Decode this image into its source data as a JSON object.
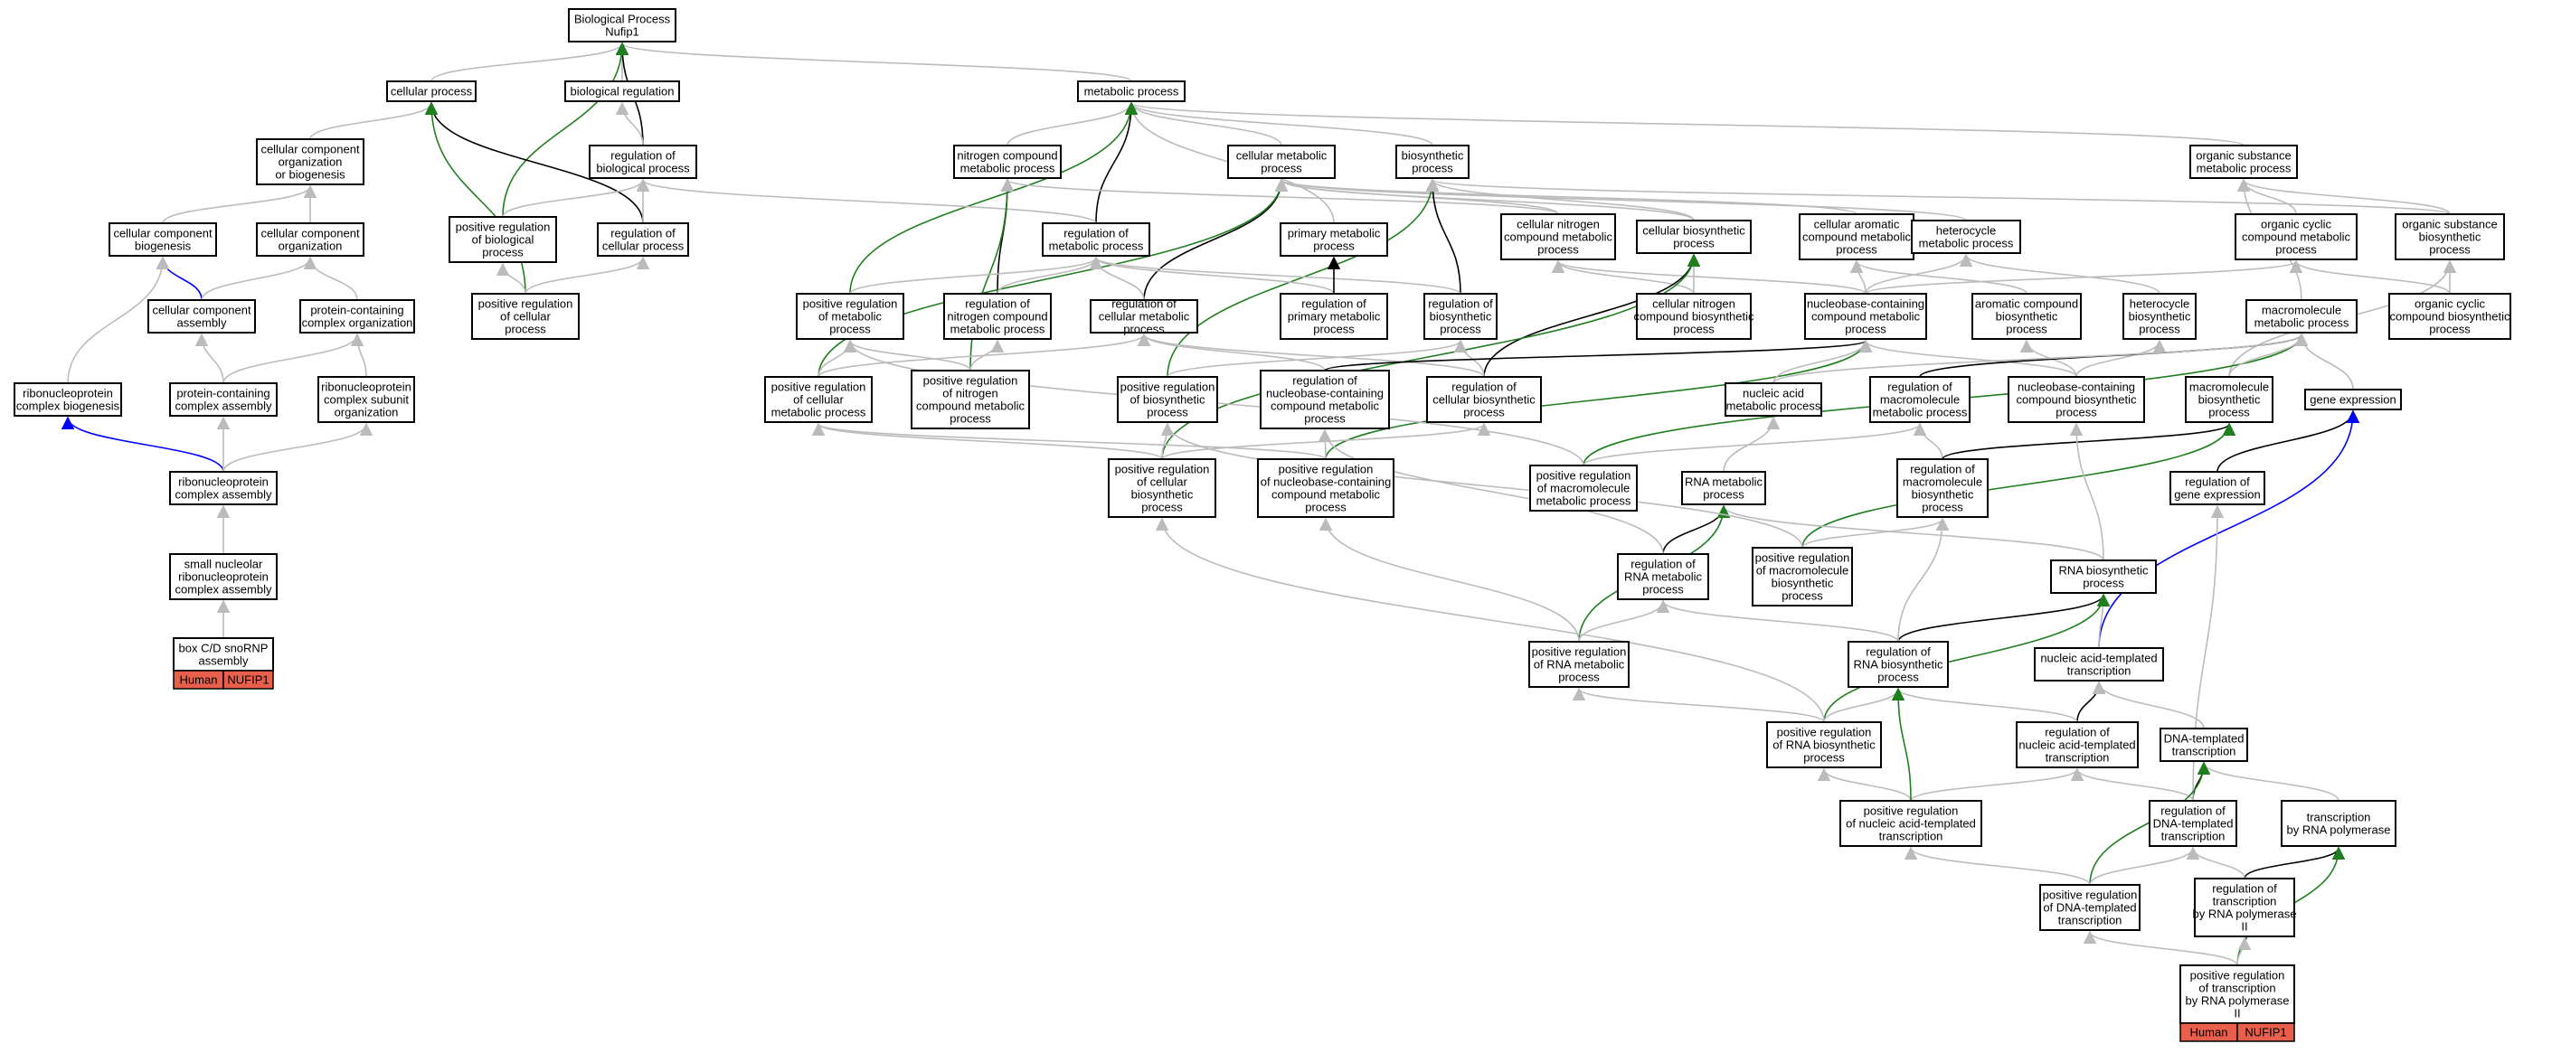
{
  "graph": {
    "background": "#ffffff",
    "colors": {
      "is_a": "#bbbbbb",
      "part_of": "#0000ff",
      "regulates": "#000000",
      "positively_regulates": "#1f7f1f",
      "tag_fill": "#e8604c"
    },
    "nodes": [
      {
        "id": "bp",
        "lines": [
          "Biological Process",
          "Nufip1"
        ]
      },
      {
        "id": "cp",
        "lines": [
          "cellular process"
        ]
      },
      {
        "id": "br",
        "lines": [
          "biological regulation"
        ]
      },
      {
        "id": "mp",
        "lines": [
          "metabolic process"
        ]
      },
      {
        "id": "ccob",
        "lines": [
          "cellular component",
          "organization",
          "or biogenesis"
        ]
      },
      {
        "id": "rbp",
        "lines": [
          "regulation of",
          "biological process"
        ]
      },
      {
        "id": "ncmp",
        "lines": [
          "nitrogen compound",
          "metabolic process"
        ]
      },
      {
        "id": "cmp",
        "lines": [
          "cellular metabolic",
          "process"
        ]
      },
      {
        "id": "bsp",
        "lines": [
          "biosynthetic",
          "process"
        ]
      },
      {
        "id": "osmp",
        "lines": [
          "organic substance",
          "metabolic process"
        ]
      },
      {
        "id": "ccb",
        "lines": [
          "cellular component",
          "biogenesis"
        ]
      },
      {
        "id": "cco",
        "lines": [
          "cellular component",
          "organization"
        ]
      },
      {
        "id": "prbp",
        "lines": [
          "positive regulation",
          "of biological",
          "process"
        ]
      },
      {
        "id": "rcp",
        "lines": [
          "regulation of",
          "cellular process"
        ]
      },
      {
        "id": "rmp",
        "lines": [
          "regulation of",
          "metabolic process"
        ]
      },
      {
        "id": "pmp",
        "lines": [
          "primary metabolic",
          "process"
        ]
      },
      {
        "id": "cncmp",
        "lines": [
          "cellular nitrogen",
          "compound metabolic",
          "process"
        ]
      },
      {
        "id": "cbp",
        "lines": [
          "cellular biosynthetic",
          "process"
        ]
      },
      {
        "id": "cacmp",
        "lines": [
          "cellular aromatic",
          "compound metabolic",
          "process"
        ]
      },
      {
        "id": "hmp",
        "lines": [
          "heterocycle",
          "metabolic process"
        ]
      },
      {
        "id": "occmp",
        "lines": [
          "organic cyclic",
          "compound metabolic",
          "process"
        ]
      },
      {
        "id": "osbp",
        "lines": [
          "organic substance",
          "biosynthetic",
          "process"
        ]
      },
      {
        "id": "cca",
        "lines": [
          "cellular component",
          "assembly"
        ]
      },
      {
        "id": "pcco",
        "lines": [
          "protein-containing",
          "complex organization"
        ]
      },
      {
        "id": "prcp",
        "lines": [
          "positive regulation",
          "of cellular",
          "process"
        ]
      },
      {
        "id": "prmp",
        "lines": [
          "positive regulation",
          "of metabolic",
          "process"
        ]
      },
      {
        "id": "rncmp",
        "lines": [
          "regulation of",
          "nitrogen compound",
          "metabolic process"
        ]
      },
      {
        "id": "rcmp",
        "lines": [
          "regulation of",
          "cellular metabolic",
          "process"
        ]
      },
      {
        "id": "rpmp",
        "lines": [
          "regulation of",
          "primary metabolic",
          "process"
        ]
      },
      {
        "id": "rbsp",
        "lines": [
          "regulation of",
          "biosynthetic",
          "process"
        ]
      },
      {
        "id": "cncbp",
        "lines": [
          "cellular nitrogen",
          "compound biosynthetic",
          "process"
        ]
      },
      {
        "id": "nbcmp",
        "lines": [
          "nucleobase-containing",
          "compound metabolic",
          "process"
        ]
      },
      {
        "id": "acbp",
        "lines": [
          "aromatic compound",
          "biosynthetic",
          "process"
        ]
      },
      {
        "id": "hbp",
        "lines": [
          "heterocycle",
          "biosynthetic",
          "process"
        ]
      },
      {
        "id": "mmp",
        "lines": [
          "macromolecule",
          "metabolic process"
        ]
      },
      {
        "id": "occbp",
        "lines": [
          "organic cyclic",
          "compound biosynthetic",
          "process"
        ]
      },
      {
        "id": "rncb",
        "lines": [
          "ribonucleoprotein",
          "complex biogenesis"
        ]
      },
      {
        "id": "pcca",
        "lines": [
          "protein-containing",
          "complex assembly"
        ]
      },
      {
        "id": "rcso",
        "lines": [
          "ribonucleoprotein",
          "complex subunit",
          "organization"
        ]
      },
      {
        "id": "prcmp",
        "lines": [
          "positive regulation",
          "of cellular",
          "metabolic process"
        ]
      },
      {
        "id": "prncmp",
        "lines": [
          "positive regulation",
          "of nitrogen",
          "compound metabolic",
          "process"
        ]
      },
      {
        "id": "prbsp",
        "lines": [
          "positive regulation",
          "of biosynthetic",
          "process"
        ]
      },
      {
        "id": "rnbcmp",
        "lines": [
          "regulation of",
          "nucleobase-containing",
          "compound metabolic",
          "process"
        ]
      },
      {
        "id": "rcbp",
        "lines": [
          "regulation of",
          "cellular biosynthetic",
          "process"
        ]
      },
      {
        "id": "namp",
        "lines": [
          "nucleic acid",
          "metabolic process"
        ]
      },
      {
        "id": "rmmp",
        "lines": [
          "regulation of",
          "macromolecule",
          "metabolic process"
        ]
      },
      {
        "id": "nbcbp",
        "lines": [
          "nucleobase-containing",
          "compound biosynthetic",
          "process"
        ]
      },
      {
        "id": "mbp",
        "lines": [
          "macromolecule",
          "biosynthetic",
          "process"
        ]
      },
      {
        "id": "ge",
        "lines": [
          "gene expression"
        ]
      },
      {
        "id": "rnpca",
        "lines": [
          "ribonucleoprotein",
          "complex assembly"
        ]
      },
      {
        "id": "prcbp",
        "lines": [
          "positive regulation",
          "of cellular",
          "biosynthetic",
          "process"
        ]
      },
      {
        "id": "prnbcmp",
        "lines": [
          "positive regulation",
          "of nucleobase-containing",
          "compound metabolic",
          "process"
        ]
      },
      {
        "id": "prmmp",
        "lines": [
          "positive regulation",
          "of macromolecule",
          "metabolic process"
        ]
      },
      {
        "id": "rnamp",
        "lines": [
          "RNA metabolic",
          "process"
        ]
      },
      {
        "id": "rmbp",
        "lines": [
          "regulation of",
          "macromolecule",
          "biosynthetic",
          "process"
        ]
      },
      {
        "id": "rge",
        "lines": [
          "regulation of",
          "gene expression"
        ]
      },
      {
        "id": "rrnamp",
        "lines": [
          "regulation of",
          "RNA metabolic",
          "process"
        ]
      },
      {
        "id": "prmbp",
        "lines": [
          "positive regulation",
          "of macromolecule",
          "biosynthetic",
          "process"
        ]
      },
      {
        "id": "rnabp",
        "lines": [
          "RNA biosynthetic",
          "process"
        ]
      },
      {
        "id": "snrca",
        "lines": [
          "small nucleolar",
          "ribonucleoprotein",
          "complex assembly"
        ]
      },
      {
        "id": "prrnamp",
        "lines": [
          "positive regulation",
          "of RNA metabolic",
          "process"
        ]
      },
      {
        "id": "rrnabp",
        "lines": [
          "regulation of",
          "RNA biosynthetic",
          "process"
        ]
      },
      {
        "id": "natt",
        "lines": [
          "nucleic acid-templated",
          "transcription"
        ]
      },
      {
        "id": "boxcd",
        "lines": [
          "box C/D snoRNP",
          "assembly"
        ]
      },
      {
        "id": "prrnabp",
        "lines": [
          "positive regulation",
          "of RNA biosynthetic",
          "process"
        ]
      },
      {
        "id": "rnatt",
        "lines": [
          "regulation of",
          "nucleic acid-templated",
          "transcription"
        ]
      },
      {
        "id": "dtt",
        "lines": [
          "DNA-templated",
          "transcription"
        ]
      },
      {
        "id": "prnatt",
        "lines": [
          "positive regulation",
          "of nucleic acid-templated",
          "transcription"
        ]
      },
      {
        "id": "rdtt",
        "lines": [
          "regulation of",
          "DNA-templated",
          "transcription"
        ]
      },
      {
        "id": "trp2",
        "lines": [
          "transcription",
          "by RNA polymerase"
        ]
      },
      {
        "id": "prdtt",
        "lines": [
          "positive regulation",
          "of DNA-templated",
          "transcription"
        ]
      },
      {
        "id": "rtrp2",
        "lines": [
          "regulation of",
          "transcription",
          "by RNA polymerase",
          "II"
        ]
      },
      {
        "id": "prtrp2",
        "lines": [
          "positive regulation",
          "of transcription",
          "by RNA polymerase",
          "II"
        ]
      }
    ],
    "tags": [
      {
        "node": "boxcd",
        "species": "Human",
        "gene": "NUFIP1"
      },
      {
        "node": "prtrp2",
        "species": "Human",
        "gene": "NUFIP1"
      }
    ],
    "edges": [
      [
        "cp",
        "bp",
        "is_a"
      ],
      [
        "br",
        "bp",
        "is_a"
      ],
      [
        "mp",
        "bp",
        "is_a"
      ],
      [
        "rbp",
        "bp",
        "regulates"
      ],
      [
        "prbp",
        "bp",
        "positively_regulates"
      ],
      [
        "ccob",
        "cp",
        "is_a"
      ],
      [
        "rcp",
        "cp",
        "regulates"
      ],
      [
        "prcp",
        "cp",
        "positively_regulates"
      ],
      [
        "rbp",
        "br",
        "is_a"
      ],
      [
        "ncmp",
        "mp",
        "is_a"
      ],
      [
        "cmp",
        "mp",
        "is_a"
      ],
      [
        "bsp",
        "mp",
        "is_a"
      ],
      [
        "osmp",
        "mp",
        "is_a"
      ],
      [
        "pmp",
        "mp",
        "is_a"
      ],
      [
        "rmp",
        "mp",
        "regulates"
      ],
      [
        "prmp",
        "mp",
        "positively_regulates"
      ],
      [
        "ccb",
        "ccob",
        "is_a"
      ],
      [
        "cco",
        "ccob",
        "is_a"
      ],
      [
        "prbp",
        "rbp",
        "is_a"
      ],
      [
        "rcp",
        "rbp",
        "is_a"
      ],
      [
        "rmp",
        "rbp",
        "is_a"
      ],
      [
        "rncmp",
        "ncmp",
        "regulates"
      ],
      [
        "prncmp",
        "ncmp",
        "positively_regulates"
      ],
      [
        "cncmp",
        "ncmp",
        "is_a"
      ],
      [
        "rcmp",
        "cmp",
        "regulates"
      ],
      [
        "prcmp",
        "cmp",
        "positively_regulates"
      ],
      [
        "cncmp",
        "cmp",
        "is_a"
      ],
      [
        "cacmp",
        "cmp",
        "is_a"
      ],
      [
        "hmp",
        "cmp",
        "is_a"
      ],
      [
        "cbp",
        "cmp",
        "is_a"
      ],
      [
        "rbsp",
        "bsp",
        "regulates"
      ],
      [
        "prbsp",
        "bsp",
        "positively_regulates"
      ],
      [
        "cbp",
        "bsp",
        "is_a"
      ],
      [
        "osbp",
        "bsp",
        "is_a"
      ],
      [
        "occmp",
        "osmp",
        "is_a"
      ],
      [
        "osbp",
        "osmp",
        "is_a"
      ],
      [
        "mmp",
        "osmp",
        "is_a"
      ],
      [
        "cca",
        "ccb",
        "part_of"
      ],
      [
        "rncb",
        "ccb",
        "is_a"
      ],
      [
        "cca",
        "cco",
        "is_a"
      ],
      [
        "pcco",
        "cco",
        "is_a"
      ],
      [
        "prcp",
        "rcp",
        "is_a"
      ],
      [
        "prcp",
        "prbp",
        "is_a"
      ],
      [
        "prmp",
        "rmp",
        "is_a"
      ],
      [
        "rncmp",
        "rmp",
        "is_a"
      ],
      [
        "rcmp",
        "rmp",
        "is_a"
      ],
      [
        "rpmp",
        "rmp",
        "is_a"
      ],
      [
        "rbsp",
        "rmp",
        "is_a"
      ],
      [
        "rpmp",
        "pmp",
        "regulates"
      ],
      [
        "cncbp",
        "cncmp",
        "is_a"
      ],
      [
        "nbcmp",
        "cncmp",
        "is_a"
      ],
      [
        "cncbp",
        "cbp",
        "is_a"
      ],
      [
        "rcbp",
        "cbp",
        "regulates"
      ],
      [
        "prcbp",
        "cbp",
        "positively_regulates"
      ],
      [
        "nbcmp",
        "cacmp",
        "is_a"
      ],
      [
        "acbp",
        "cacmp",
        "is_a"
      ],
      [
        "nbcmp",
        "hmp",
        "is_a"
      ],
      [
        "hbp",
        "hmp",
        "is_a"
      ],
      [
        "nbcmp",
        "occmp",
        "is_a"
      ],
      [
        "occbp",
        "occmp",
        "is_a"
      ],
      [
        "occbp",
        "osbp",
        "is_a"
      ],
      [
        "mbp",
        "osbp",
        "is_a"
      ],
      [
        "pcca",
        "cca",
        "is_a"
      ],
      [
        "pcca",
        "pcco",
        "is_a"
      ],
      [
        "rcso",
        "pcco",
        "is_a"
      ],
      [
        "prcmp",
        "prmp",
        "is_a"
      ],
      [
        "prcmp",
        "rcmp",
        "is_a"
      ],
      [
        "prncmp",
        "rncmp",
        "is_a"
      ],
      [
        "prncmp",
        "prmp",
        "is_a"
      ],
      [
        "rnbcmp",
        "rcmp",
        "is_a"
      ],
      [
        "rcbp",
        "rcmp",
        "is_a"
      ],
      [
        "rcbp",
        "rbsp",
        "is_a"
      ],
      [
        "prbsp",
        "rbsp",
        "is_a"
      ],
      [
        "rnbcmp",
        "nbcmp",
        "regulates"
      ],
      [
        "prnbcmp",
        "nbcmp",
        "positively_regulates"
      ],
      [
        "nbcbp",
        "nbcmp",
        "is_a"
      ],
      [
        "namp",
        "nbcmp",
        "is_a"
      ],
      [
        "nbcbp",
        "acbp",
        "is_a"
      ],
      [
        "nbcbp",
        "hbp",
        "is_a"
      ],
      [
        "rmmp",
        "mmp",
        "regulates"
      ],
      [
        "prmmp",
        "mmp",
        "positively_regulates"
      ],
      [
        "mbp",
        "mmp",
        "is_a"
      ],
      [
        "ge",
        "mmp",
        "is_a"
      ],
      [
        "namp",
        "mmp",
        "is_a"
      ],
      [
        "rnpca",
        "rncb",
        "part_of"
      ],
      [
        "rnpca",
        "pcca",
        "is_a"
      ],
      [
        "rnpca",
        "rcso",
        "is_a"
      ],
      [
        "prcbp",
        "prcmp",
        "is_a"
      ],
      [
        "prcbp",
        "rcbp",
        "is_a"
      ],
      [
        "prcbp",
        "prbsp",
        "is_a"
      ],
      [
        "prnbcmp",
        "rnbcmp",
        "is_a"
      ],
      [
        "prnbcmp",
        "prcmp",
        "is_a"
      ],
      [
        "prmmp",
        "rmmp",
        "is_a"
      ],
      [
        "prmmp",
        "prmp",
        "is_a"
      ],
      [
        "rnamp",
        "namp",
        "is_a"
      ],
      [
        "rmbp",
        "rmmp",
        "is_a"
      ],
      [
        "rmbp",
        "mbp",
        "regulates"
      ],
      [
        "rge",
        "ge",
        "regulates"
      ],
      [
        "rrnamp",
        "rnamp",
        "regulates"
      ],
      [
        "rrnamp",
        "rnbcmp",
        "is_a"
      ],
      [
        "prmbp",
        "mbp",
        "positively_regulates"
      ],
      [
        "prmbp",
        "rmbp",
        "is_a"
      ],
      [
        "rnabp",
        "rnamp",
        "is_a"
      ],
      [
        "rnabp",
        "nbcbp",
        "is_a"
      ],
      [
        "snrca",
        "rnpca",
        "is_a"
      ],
      [
        "prrnamp",
        "rnamp",
        "positively_regulates"
      ],
      [
        "prrnamp",
        "rrnamp",
        "is_a"
      ],
      [
        "prrnamp",
        "prnbcmp",
        "is_a"
      ],
      [
        "rrnabp",
        "rnabp",
        "regulates"
      ],
      [
        "rrnabp",
        "rrnamp",
        "is_a"
      ],
      [
        "rrnabp",
        "rmbp",
        "is_a"
      ],
      [
        "natt",
        "ge",
        "part_of"
      ],
      [
        "natt",
        "rnabp",
        "is_a"
      ],
      [
        "boxcd",
        "snrca",
        "is_a"
      ],
      [
        "prrnabp",
        "rnabp",
        "positively_regulates"
      ],
      [
        "prrnabp",
        "rrnabp",
        "is_a"
      ],
      [
        "prrnabp",
        "prcbp",
        "is_a"
      ],
      [
        "prrnabp",
        "prrnamp",
        "is_a"
      ],
      [
        "rnatt",
        "natt",
        "regulates"
      ],
      [
        "rnatt",
        "rrnabp",
        "is_a"
      ],
      [
        "dtt",
        "natt",
        "is_a"
      ],
      [
        "prnatt",
        "rnatt",
        "is_a"
      ],
      [
        "prnatt",
        "prrnabp",
        "is_a"
      ],
      [
        "rdtt",
        "dtt",
        "regulates"
      ],
      [
        "rdtt",
        "rnatt",
        "is_a"
      ],
      [
        "rdtt",
        "rge",
        "is_a"
      ],
      [
        "trp2",
        "dtt",
        "is_a"
      ],
      [
        "prdtt",
        "dtt",
        "positively_regulates"
      ],
      [
        "prdtt",
        "rdtt",
        "is_a"
      ],
      [
        "prdtt",
        "prnatt",
        "is_a"
      ],
      [
        "rtrp2",
        "trp2",
        "regulates"
      ],
      [
        "rtrp2",
        "rdtt",
        "is_a"
      ],
      [
        "prtrp2",
        "trp2",
        "positively_regulates"
      ],
      [
        "prtrp2",
        "rtrp2",
        "is_a"
      ],
      [
        "prtrp2",
        "prdtt",
        "is_a"
      ],
      [
        "prnatt",
        "rrnabp",
        "positively_regulates"
      ],
      [
        "prmbp",
        "prbsp",
        "is_a"
      ]
    ]
  }
}
